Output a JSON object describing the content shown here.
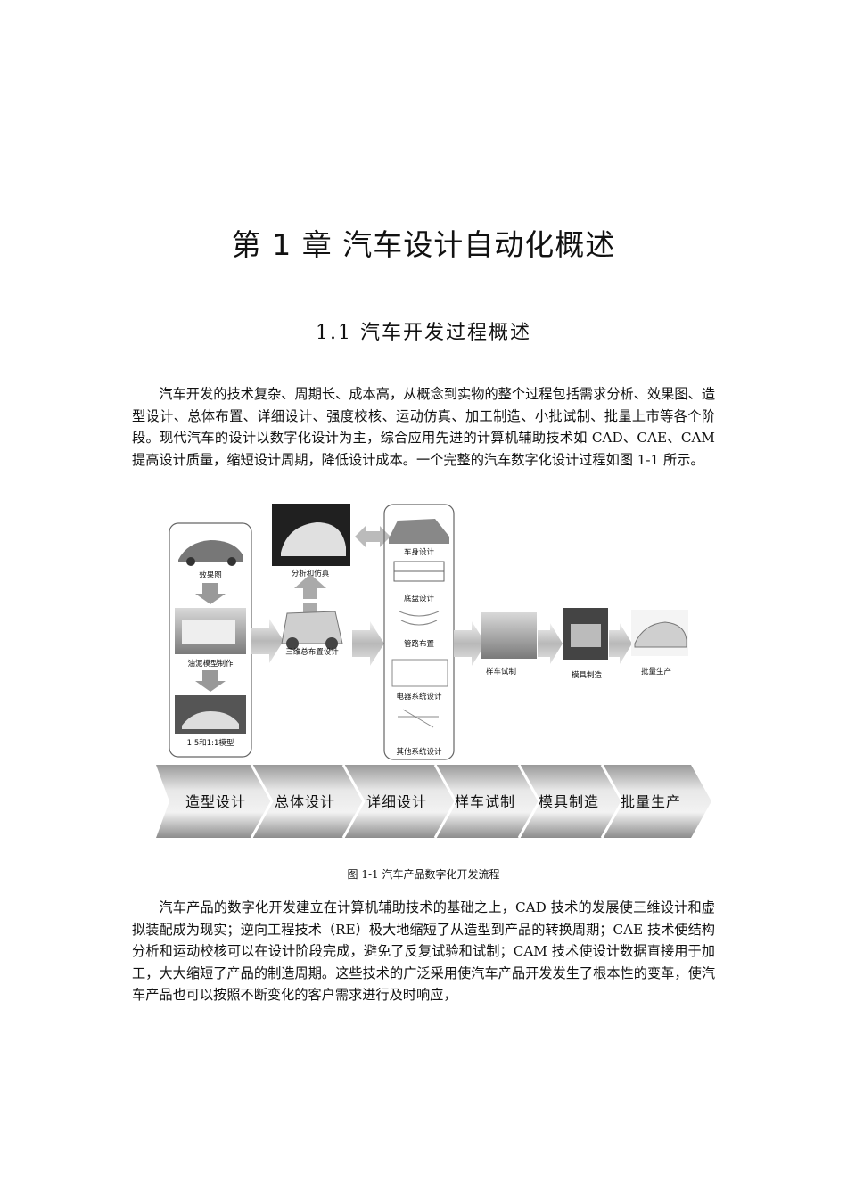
{
  "chapter": {
    "title": "第 1 章  汽车设计自动化概述"
  },
  "section": {
    "title": "1.1  汽车开发过程概述"
  },
  "paragraphs": {
    "p1": "汽车开发的技术复杂、周期长、成本高，从概念到实物的整个过程包括需求分析、效果图、造型设计、总体布置、详细设计、强度校核、运动仿真、加工制造、小批试制、批量上市等各个阶段。现代汽车的设计以数字化设计为主，综合应用先进的计算机辅助技术如 CAD、CAE、CAM 提高设计质量，缩短设计周期，降低设计成本。一个完整的汽车数字化设计过程如图 1-1 所示。",
    "p2": "汽车产品的数字化开发建立在计算机辅助技术的基础之上，CAD 技术的发展使三维设计和虚拟装配成为现实；逆向工程技术（RE）极大地缩短了从造型到产品的转换周期；CAE 技术使结构分析和运动校核可以在设计阶段完成，避免了反复试验和试制；CAM 技术使设计数据直接用于加工，大大缩短了产品的制造周期。这些技术的广泛采用使汽车产品开发发生了根本性的变革，使汽车产品也可以按照不断变化的客户需求进行及时响应，"
  },
  "figure": {
    "caption": "图 1-1  汽车产品数字化开发流程",
    "left_column": [
      "效果图",
      "油泥模型制作",
      "1:5和1:1模型"
    ],
    "middle_column": [
      "分析和仿真",
      "三维总布置设计"
    ],
    "detail_column": [
      "车身设计",
      "底盘设计",
      "管路布置",
      "电器系统设计",
      "其他系统设计"
    ],
    "right_steps": [
      "样车试制",
      "模具制造",
      "批量生产"
    ],
    "banner_stages": [
      "造型设计",
      "总体设计",
      "详细设计",
      "样车试制",
      "模具制造",
      "批量生产"
    ]
  }
}
